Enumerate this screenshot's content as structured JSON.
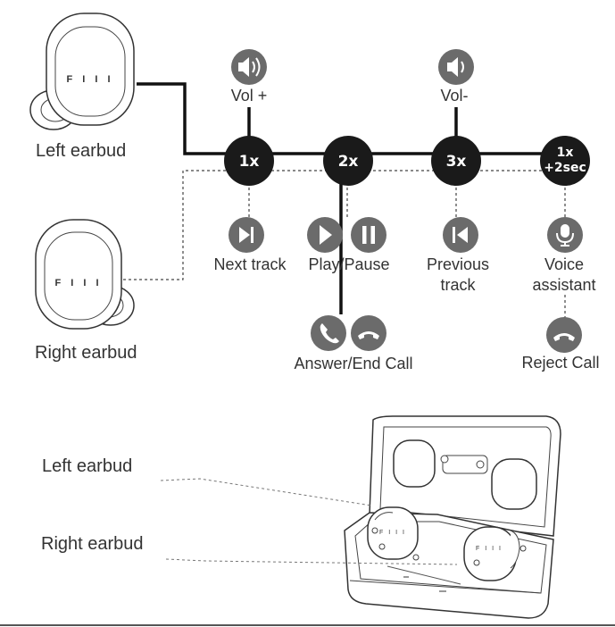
{
  "labels": {
    "left_earbud": "Left earbud",
    "right_earbud": "Right earbud",
    "vol_up": "Vol +",
    "vol_down": "Vol-",
    "next_track": "Next track",
    "play_pause": "Play/Pause",
    "previous_track_line1": "Previous",
    "previous_track_line2": "track",
    "voice_assistant_line1": "Voice",
    "voice_assistant_line2": "assistant",
    "answer_end_call": "Answer/End Call",
    "reject_call": "Reject Call",
    "case_left_earbud": "Left earbud",
    "case_right_earbud": "Right earbud"
  },
  "nodes": {
    "n1": "1x",
    "n2": "2x",
    "n3": "3x",
    "n4_line1": "1x",
    "n4_line2": "+2sec"
  },
  "earbud_logo": "F I I I",
  "colors": {
    "node": "#1a1a1a",
    "icon": "#6b6b6b",
    "line": "#111111"
  },
  "icons": [
    "speaker-loud-icon",
    "speaker-low-icon",
    "next-track-icon",
    "play-icon",
    "pause-icon",
    "previous-track-icon",
    "microphone-icon",
    "phone-answer-icon",
    "phone-hangup-icon"
  ]
}
